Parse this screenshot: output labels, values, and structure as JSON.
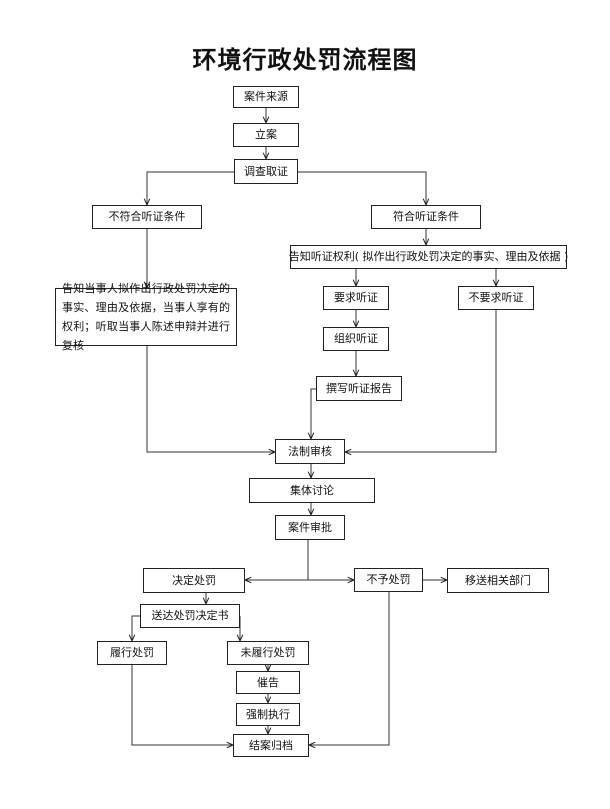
{
  "title": "环境行政处罚流程图",
  "nodes": {
    "case_source": "案件来源",
    "filing": "立案",
    "investigation": "调查取证",
    "not_qualified": "不符合听证条件",
    "qualified": "符合听证条件",
    "notify_no_hearing": "告知当事人拟作出行政处罚决定的事实、理由及依据，当事人享有的权利；听取当事人陈述申辩并进行复核",
    "notify_hearing": "告知听证权利( 拟作出行政处罚决定的事实、理由及依据 )",
    "request_hearing": "要求听证",
    "no_request_hearing": "不要求听证",
    "organize_hearing": "组织听证",
    "hearing_report": "撰写听证报告",
    "legal_review": "法制审核",
    "collective_discussion": "集体讨论",
    "case_approval": "案件审批",
    "penalty_decision": "决定处罚",
    "no_penalty": "不予处罚",
    "transfer": "移送相关部门",
    "deliver_decision": "送达处罚决定书",
    "performed": "履行处罚",
    "not_performed": "未履行处罚",
    "urge": "催告",
    "enforce": "强制执行",
    "close_archive": "结案归档"
  }
}
